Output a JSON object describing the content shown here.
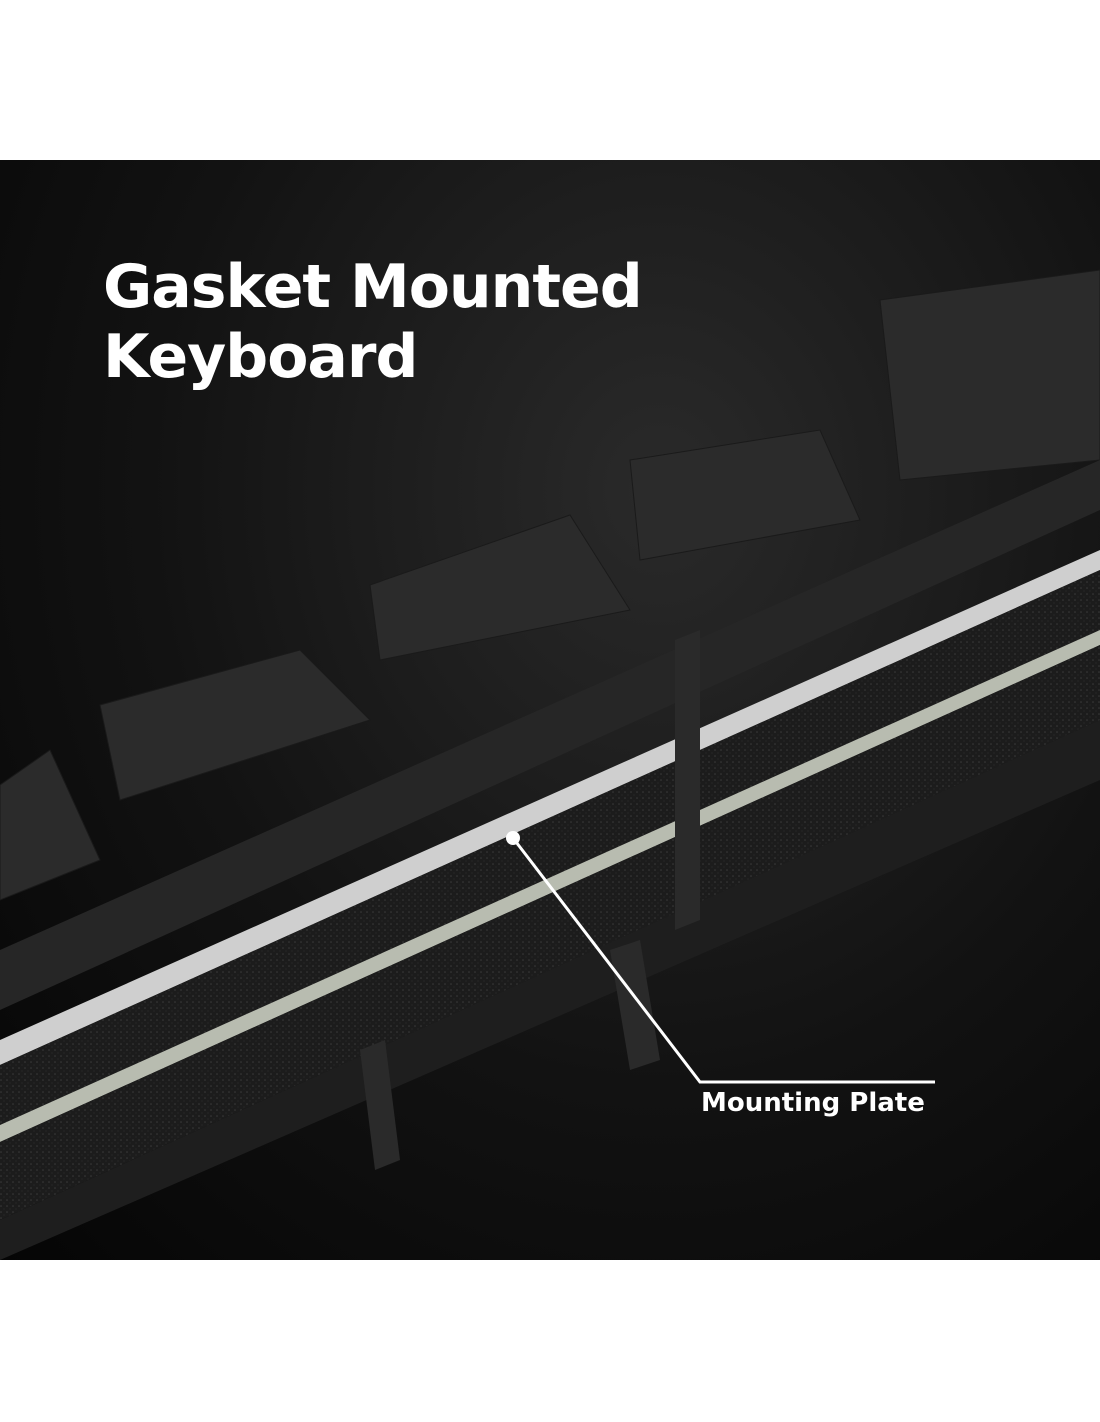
{
  "headline": {
    "line1": "Gasket Mounted",
    "line2": "Keyboard"
  },
  "callout": {
    "label": "Mounting Plate"
  },
  "colors": {
    "background": "#111111",
    "text": "#ffffff",
    "plate": "#b8bcb0"
  }
}
